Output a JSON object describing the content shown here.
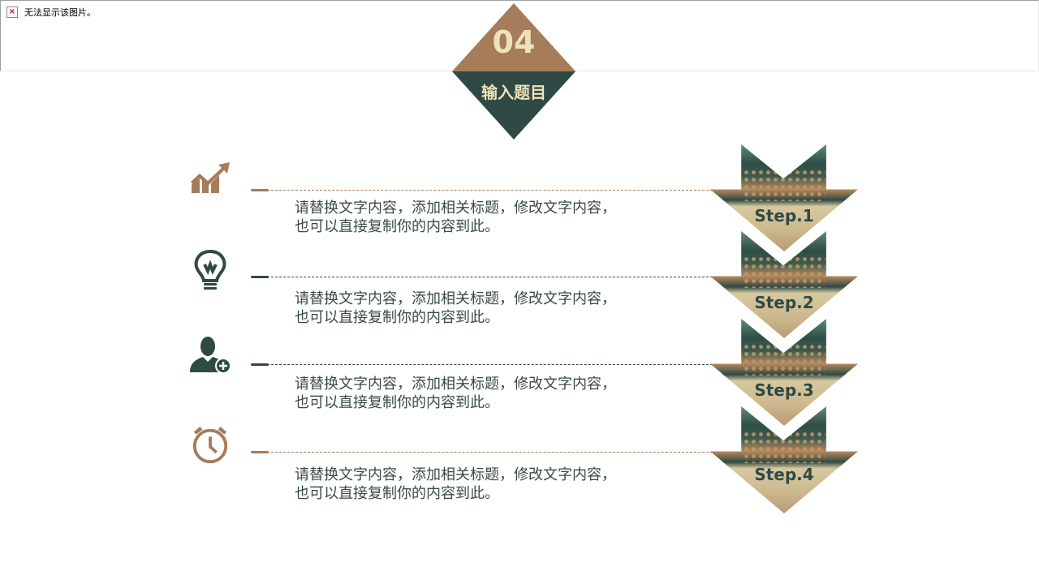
{
  "broken_image": {
    "icon": "broken-image-icon",
    "message": "无法显示该图片。"
  },
  "header": {
    "number": "04",
    "title": "输入题目"
  },
  "colors": {
    "brown": "#a67c5b",
    "green": "#2f4a45",
    "cream": "#ece3b8"
  },
  "items": [
    {
      "icon": "growth-chart-icon",
      "text1": "请替换文字内容，添加相关标题，修改文字内容，",
      "text2": "也可以直接复制你的内容到此。",
      "step": "Step.1",
      "color": "#a67c5b"
    },
    {
      "icon": "lightbulb-icon",
      "text1": "请替换文字内容，添加相关标题，修改文字内容，",
      "text2": "也可以直接复制你的内容到此。",
      "step": "Step.2",
      "color": "#2f4a45"
    },
    {
      "icon": "add-user-icon",
      "text1": "请替换文字内容，添加相关标题，修改文字内容，",
      "text2": "也可以直接复制你的内容到此。",
      "step": "Step.3",
      "color": "#2f4a45"
    },
    {
      "icon": "alarm-clock-icon",
      "text1": "请替换文字内容，添加相关标题，修改文字内容，",
      "text2": "也可以直接复制你的内容到此。",
      "step": "Step.4",
      "color": "#a67c5b"
    }
  ]
}
